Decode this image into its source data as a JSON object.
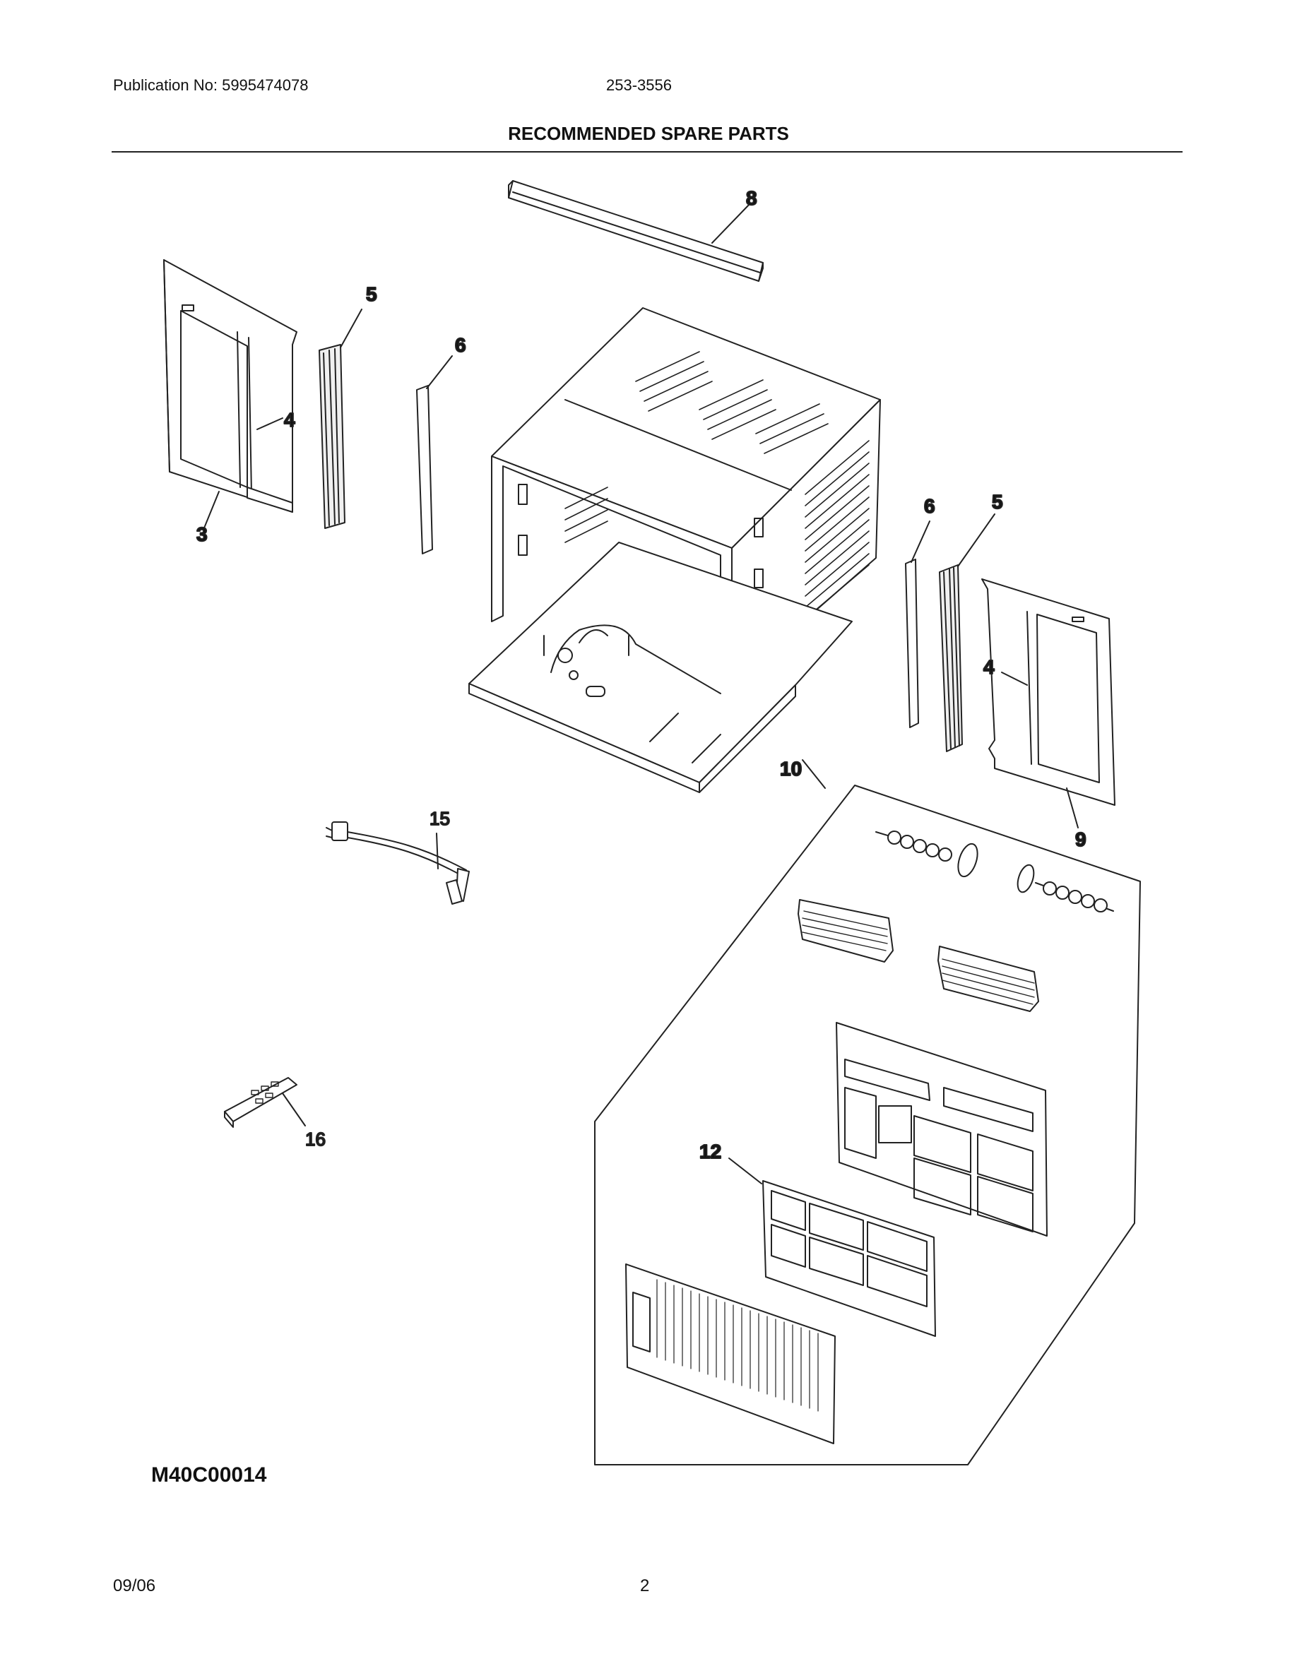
{
  "header": {
    "publication": "Publication No: 5995474078",
    "model": "253-3556",
    "title": "RECOMMENDED SPARE PARTS"
  },
  "footer": {
    "date": "09/06",
    "page": "2"
  },
  "diagram": {
    "code": "M40C00014",
    "callouts": {
      "c8": "8",
      "c5_left": "5",
      "c6_left": "6",
      "c4_left": "4",
      "c3": "3",
      "c6_right": "6",
      "c5_right": "5",
      "c4_right": "4",
      "c9": "9",
      "c10": "10",
      "c15": "15",
      "c16": "16",
      "c12": "12"
    }
  }
}
